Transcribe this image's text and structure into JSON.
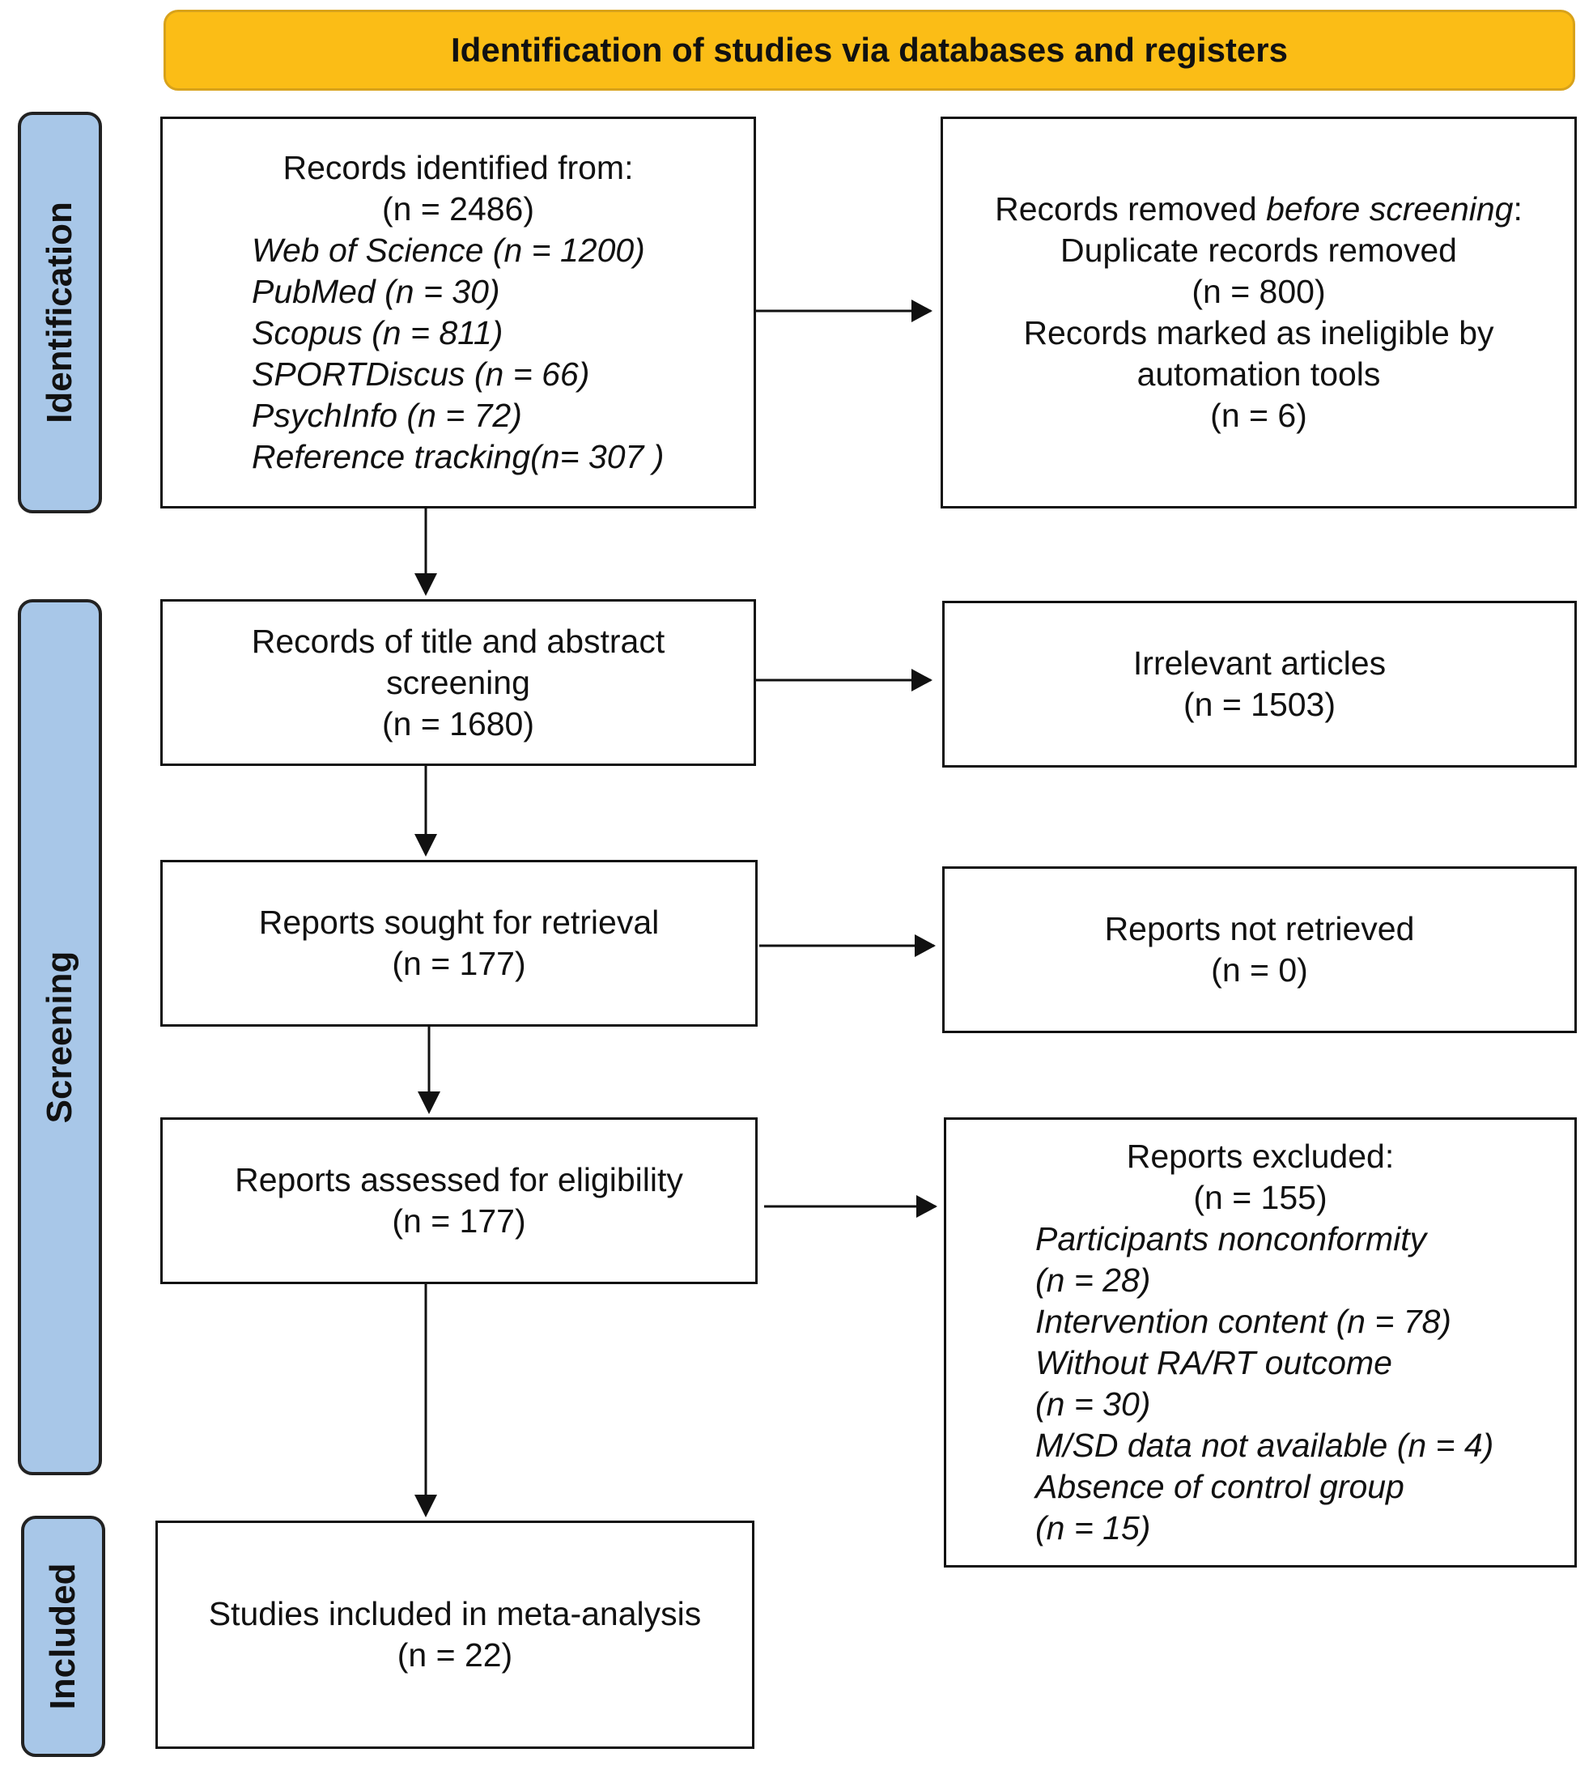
{
  "header": {
    "title": "Identification of studies via databases and registers"
  },
  "phases": {
    "identification": "Identification",
    "screening": "Screening",
    "included": "Included"
  },
  "identified": {
    "heading": "Records identified from:",
    "total": "(n = 2486)",
    "sources": [
      "Web of Science (n = 1200)",
      "PubMed (n = 30)",
      "Scopus (n = 811)",
      "SPORTDiscus (n = 66)",
      "PsychInfo (n = 72)",
      "Reference tracking(n= 307 )"
    ]
  },
  "removed": {
    "heading_prefix": "Records removed ",
    "heading_italic": "before screening",
    "heading_suffix": ":",
    "duplicates_label": "Duplicate records removed",
    "duplicates_n": "(n = 800)",
    "ineligible_label_1": "Records marked as ineligible by",
    "ineligible_label_2": "automation tools",
    "ineligible_n": "(n = 6)"
  },
  "screening": {
    "line1": "Records of title and abstract",
    "line2": "screening",
    "n": "(n = 1680)"
  },
  "irrelevant": {
    "label": "Irrelevant articles",
    "n": "(n = 1503)"
  },
  "sought": {
    "label": "Reports sought for retrieval",
    "n": "(n = 177)"
  },
  "not_retrieved": {
    "label": "Reports not retrieved",
    "n": "(n = 0)"
  },
  "assessed": {
    "label": "Reports assessed for eligibility",
    "n": "(n = 177)"
  },
  "excluded": {
    "heading": "Reports excluded:",
    "n": "(n = 155)",
    "reasons": [
      "Participants nonconformity",
      "(n = 28)",
      "Intervention content (n = 78)",
      "Without RA/RT outcome",
      "(n = 30)",
      "M/SD data not available (n = 4)",
      "Absence of control group",
      "(n = 15)"
    ]
  },
  "included": {
    "label": "Studies included in meta-analysis",
    "n": "(n = 22)"
  }
}
